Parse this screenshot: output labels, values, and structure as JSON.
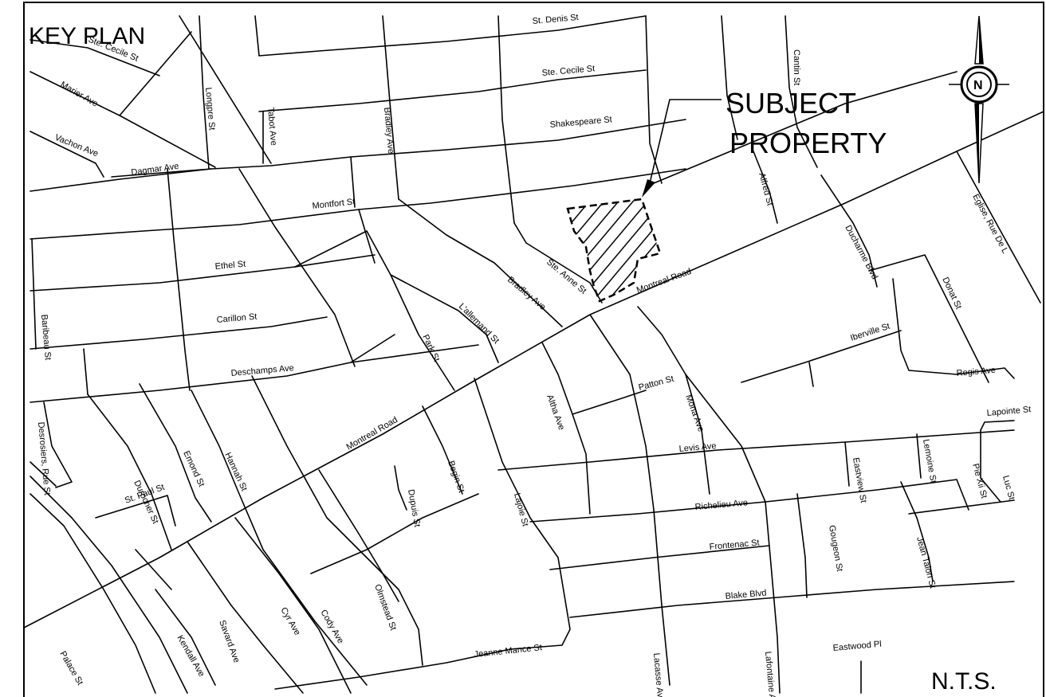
{
  "title": "KEY PLAN",
  "subject_label": [
    "SUBJECT",
    "PROPERTY"
  ],
  "scale_note": "N.T.S.",
  "north_letter": "N",
  "icons": {
    "north_arrow": "north-arrow-icon"
  },
  "colors": {
    "ink": "#000000",
    "paper": "#ffffff"
  },
  "streets": [
    {
      "name": "Ste. Cecile St"
    },
    {
      "name": "Marier Ave"
    },
    {
      "name": "Vachon Ave"
    },
    {
      "name": "Dagmar Ave"
    },
    {
      "name": "Longpre St"
    },
    {
      "name": "Tabot Ave"
    },
    {
      "name": "Bradley Ave"
    },
    {
      "name": "St. Denis St"
    },
    {
      "name": "Ste. Cecile St"
    },
    {
      "name": "Shakespeare St"
    },
    {
      "name": "Cantin St"
    },
    {
      "name": "Alfred St"
    },
    {
      "name": "Eglise, Rue De L"
    },
    {
      "name": "Montfort St"
    },
    {
      "name": "Ethel St"
    },
    {
      "name": "Baribeau St"
    },
    {
      "name": "Carillon St"
    },
    {
      "name": "Deschamps Ave"
    },
    {
      "name": "Park St"
    },
    {
      "name": "L'allemand St"
    },
    {
      "name": "Bradley Ave"
    },
    {
      "name": "Ste. Anne St"
    },
    {
      "name": "Montreal Road"
    },
    {
      "name": "Ducharme Blvd"
    },
    {
      "name": "Donat St"
    },
    {
      "name": "Iberville St"
    },
    {
      "name": "Regis Ave"
    },
    {
      "name": "Altha Ave"
    },
    {
      "name": "Patton St"
    },
    {
      "name": "Mona Ave"
    },
    {
      "name": "Desrosiers, Rue St"
    },
    {
      "name": "Durocher St"
    },
    {
      "name": "Emond St"
    },
    {
      "name": "Hannah St"
    },
    {
      "name": "Montreal Road"
    },
    {
      "name": "Begin St"
    },
    {
      "name": "Dupuis St"
    },
    {
      "name": "Lajoie St"
    },
    {
      "name": "Levis Ave"
    },
    {
      "name": "Eastview St"
    },
    {
      "name": "Lemoine St"
    },
    {
      "name": "Lapointe St"
    },
    {
      "name": "Pie Xii St"
    },
    {
      "name": "Luc St"
    },
    {
      "name": "St. Paul St"
    },
    {
      "name": "Richelieu Ave"
    },
    {
      "name": "Gougeon St"
    },
    {
      "name": "Jean Talon St"
    },
    {
      "name": "Frontenac St"
    },
    {
      "name": "Blake Blvd"
    },
    {
      "name": "Cyr Ave"
    },
    {
      "name": "Cody Ave"
    },
    {
      "name": "Olmstead St"
    },
    {
      "name": "Savard Ave"
    },
    {
      "name": "Kendall Ave"
    },
    {
      "name": "Palace St"
    },
    {
      "name": "Jeanne Mance St"
    },
    {
      "name": "Lacasse Ave"
    },
    {
      "name": "Lafontaine Ave"
    },
    {
      "name": "Eastwood Pl"
    }
  ]
}
